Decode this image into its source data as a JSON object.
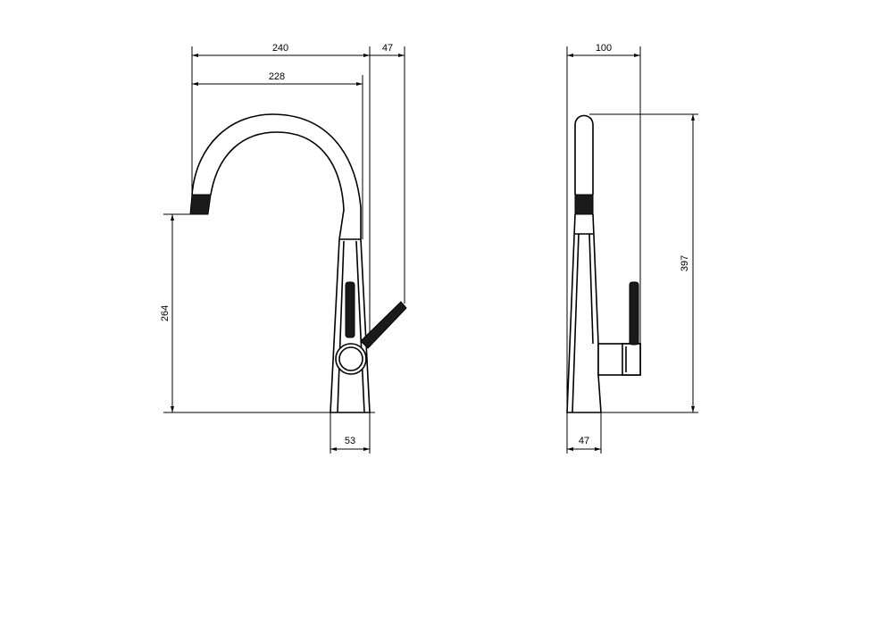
{
  "front_view": {
    "dims": {
      "overall_reach": "240",
      "spout_reach": "228",
      "lever_offset": "47",
      "spout_height": "264",
      "base_width": "53"
    }
  },
  "side_view": {
    "dims": {
      "depth": "100",
      "total_height": "397",
      "base_depth": "47"
    }
  },
  "colors": {
    "line": "#000000",
    "accent": "#1a1a1a",
    "background": "#ffffff"
  }
}
